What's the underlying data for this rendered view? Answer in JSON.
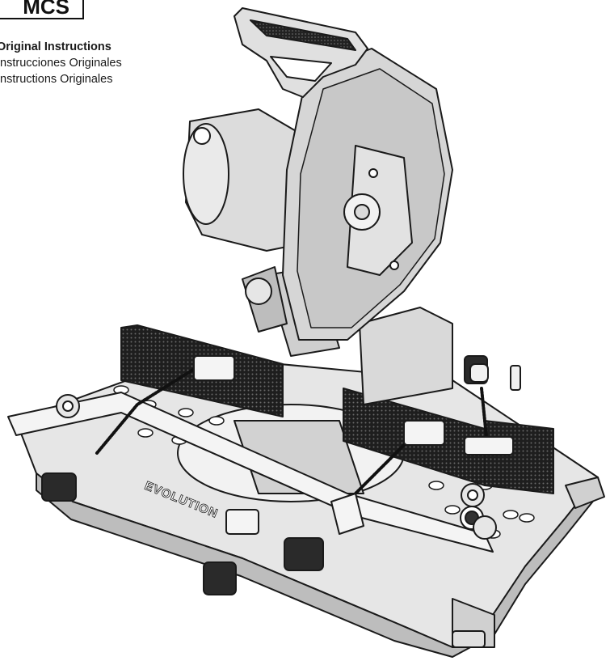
{
  "header": {
    "model": "MCS",
    "languages": [
      {
        "label": "Original Instructions",
        "emphasis": true
      },
      {
        "label": "Instrucciones Originales",
        "emphasis": false
      },
      {
        "label": "Instructions Originales",
        "emphasis": false
      }
    ]
  },
  "figure": {
    "brand_mark_text": "EVOLUTION",
    "colors": {
      "line": "#1a1a1a",
      "body": "#d9d9d9",
      "light": "#eeeeee",
      "dark": "#2b2b2b"
    }
  }
}
